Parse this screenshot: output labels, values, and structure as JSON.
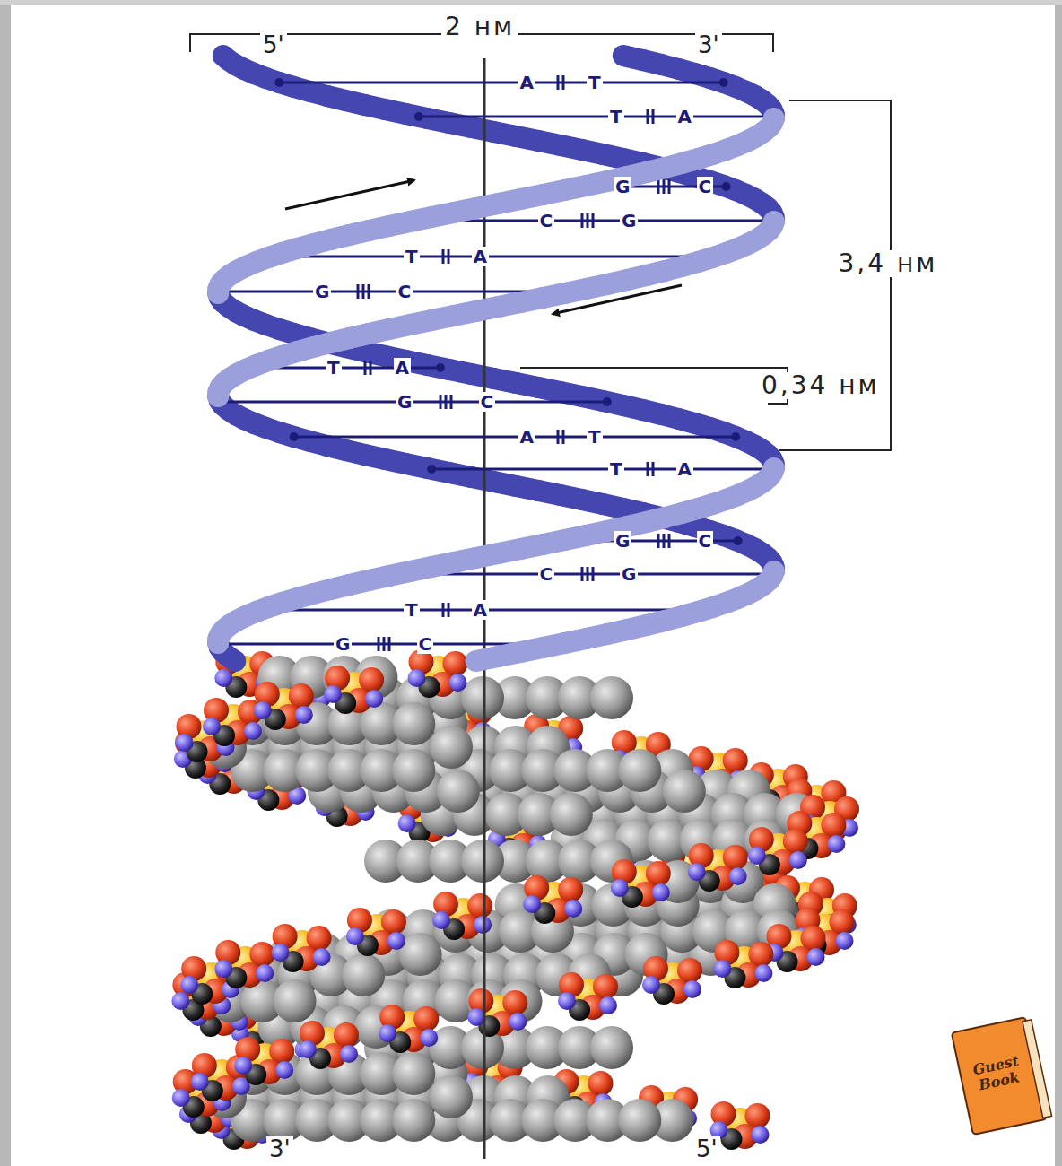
{
  "diagram": {
    "labels": [
      "2 нм",
      "5'",
      "3'",
      "A",
      "T",
      "T",
      "A",
      "G",
      "C",
      "C",
      "G",
      "T",
      "A",
      "G",
      "C",
      "T",
      "A",
      "G",
      "C",
      "A",
      "T",
      "T",
      "A",
      "G",
      "C",
      "C",
      "G",
      "T",
      "A",
      "G",
      "C",
      "3,4 нм",
      "0,34 нм",
      "3'",
      "5'",
      "Guest Book"
    ]
  }
}
